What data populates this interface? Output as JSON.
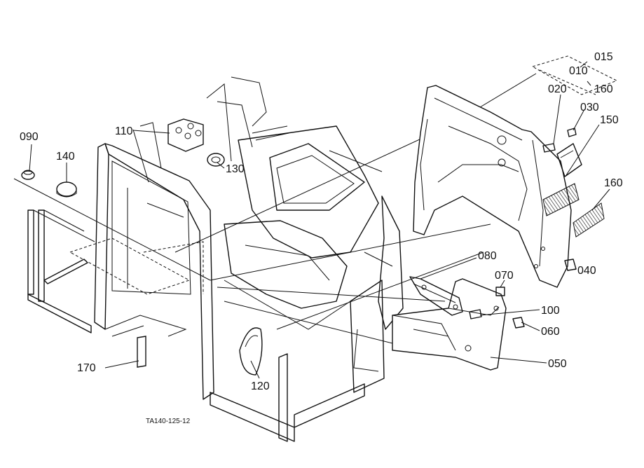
{
  "callouts": {
    "c015": "015",
    "c010": "010",
    "c160a": "160",
    "c020": "020",
    "c030": "030",
    "c150": "150",
    "c160b": "160",
    "c090": "090",
    "c140": "140",
    "c110": "110",
    "c130": "130",
    "c080": "080",
    "c070": "070",
    "c100": "100",
    "c040": "040",
    "c060": "060",
    "c050": "050",
    "c170": "170",
    "c120": "120"
  },
  "figure_code": "TA140-125-12"
}
